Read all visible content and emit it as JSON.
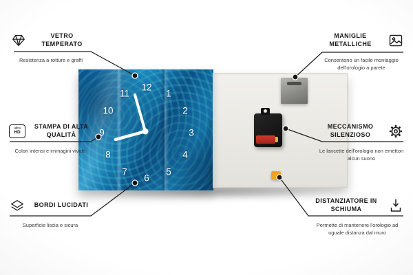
{
  "product": {
    "type": "glass wall clock infographic",
    "clock": {
      "numbers": [
        "12",
        "1",
        "2",
        "3",
        "4",
        "5",
        "6",
        "7",
        "8",
        "9",
        "10",
        "11"
      ]
    },
    "colors": {
      "face_blue": "#1b84bf",
      "back_panel": "#eceae6",
      "metal_plate": "#8b8b87",
      "mechanism_black": "#141414",
      "battery_red": "#c22f22",
      "foam_orange": "#f6a21c",
      "leader_line": "#1d1d1d"
    }
  },
  "ultra_hd_badge": {
    "line1": "ultra",
    "line2": "HD"
  },
  "callouts": {
    "left": [
      {
        "icon": "diamond-icon",
        "title": "VETRO TEMPERATO",
        "desc": "Resistenza a rotture e graffi"
      },
      {
        "icon": "ultra-hd-icon",
        "title": "STAMPA DI ALTA QUALITÀ",
        "desc": "Colori intensi e immagini vivide"
      },
      {
        "icon": "polished-edges-icon",
        "title": "BORDI LUCIDATI",
        "desc": "Superficie liscia e sicura"
      }
    ],
    "right": [
      {
        "icon": "picture-frame-icon",
        "title": "MANIGLIE METALLICHE",
        "desc": "Consentono un facile montaggio dell'orologio a parete"
      },
      {
        "icon": "gear-icon",
        "title": "MECCANISMO SILENZIOSO",
        "desc": "Le lancette dell'orologio non emetton alcun suono"
      },
      {
        "icon": "foam-spacer-icon",
        "title": "DISTANZIATORE IN SCHIUMA",
        "desc": "Permette di mantenere l'orologio ad uguale distanza dal muro"
      }
    ]
  }
}
